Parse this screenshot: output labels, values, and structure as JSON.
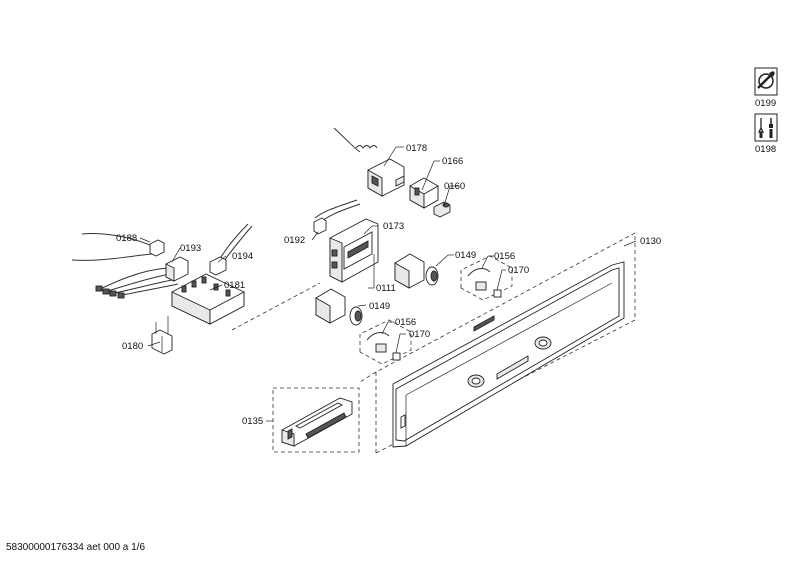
{
  "diagram": {
    "labels": {
      "p0178": "0178",
      "p0166": "0166",
      "p0160": "0160",
      "p0173": "0173",
      "p0192": "0192",
      "p0188": "0188",
      "p0193": "0193",
      "p0194": "0194",
      "p0181": "0181",
      "p0180": "0180",
      "p0111": "0111",
      "p0149a": "0149",
      "p0156a": "0156",
      "p0170a": "0170",
      "p0149b": "0149",
      "p0156b": "0156",
      "p0170b": "0170",
      "p0130": "0130",
      "p0135": "0135"
    },
    "side_icons": {
      "service": {
        "label": "0199",
        "icon": "service-wrench-icon"
      },
      "tools": {
        "label": "0198",
        "icon": "tools-icon"
      }
    }
  },
  "footer": {
    "document_id": "58300000176334 aet 000 a 1/6"
  }
}
